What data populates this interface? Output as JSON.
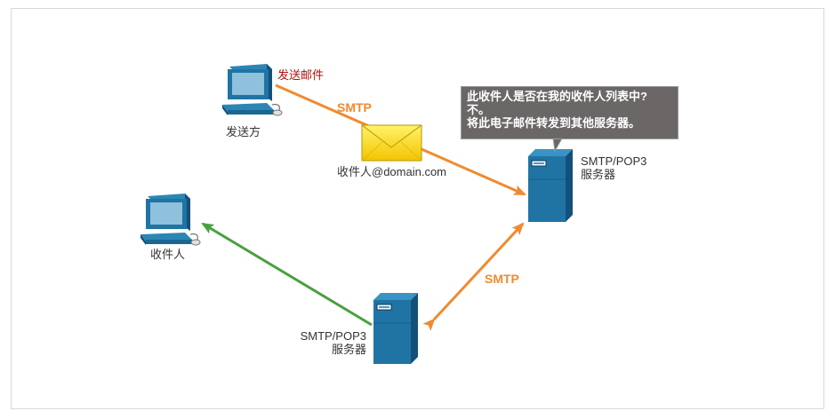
{
  "sender": {
    "label": "发送方",
    "action": "发送邮件"
  },
  "recipient": {
    "label": "收件人"
  },
  "envelope": {
    "address": "收件人@domain.com"
  },
  "server_top": {
    "line1": "SMTP/POP3",
    "line2": "服务器"
  },
  "server_bottom": {
    "line1": "SMTP/POP3",
    "line2": "服务器"
  },
  "protocols": {
    "upper": "SMTP",
    "lower": "SMTP"
  },
  "bubble": {
    "line1": "此收件人是否在我的收件人列表中?",
    "line2": "不。",
    "line3": "将此电子邮件转发到其他服务器。"
  },
  "colors": {
    "smtp_arrow": "#f08a30",
    "delivery_arrow": "#4aa040",
    "send_label": "#b01010",
    "server_blue": "#1f74a4",
    "bubble_bg": "#6b6767"
  }
}
